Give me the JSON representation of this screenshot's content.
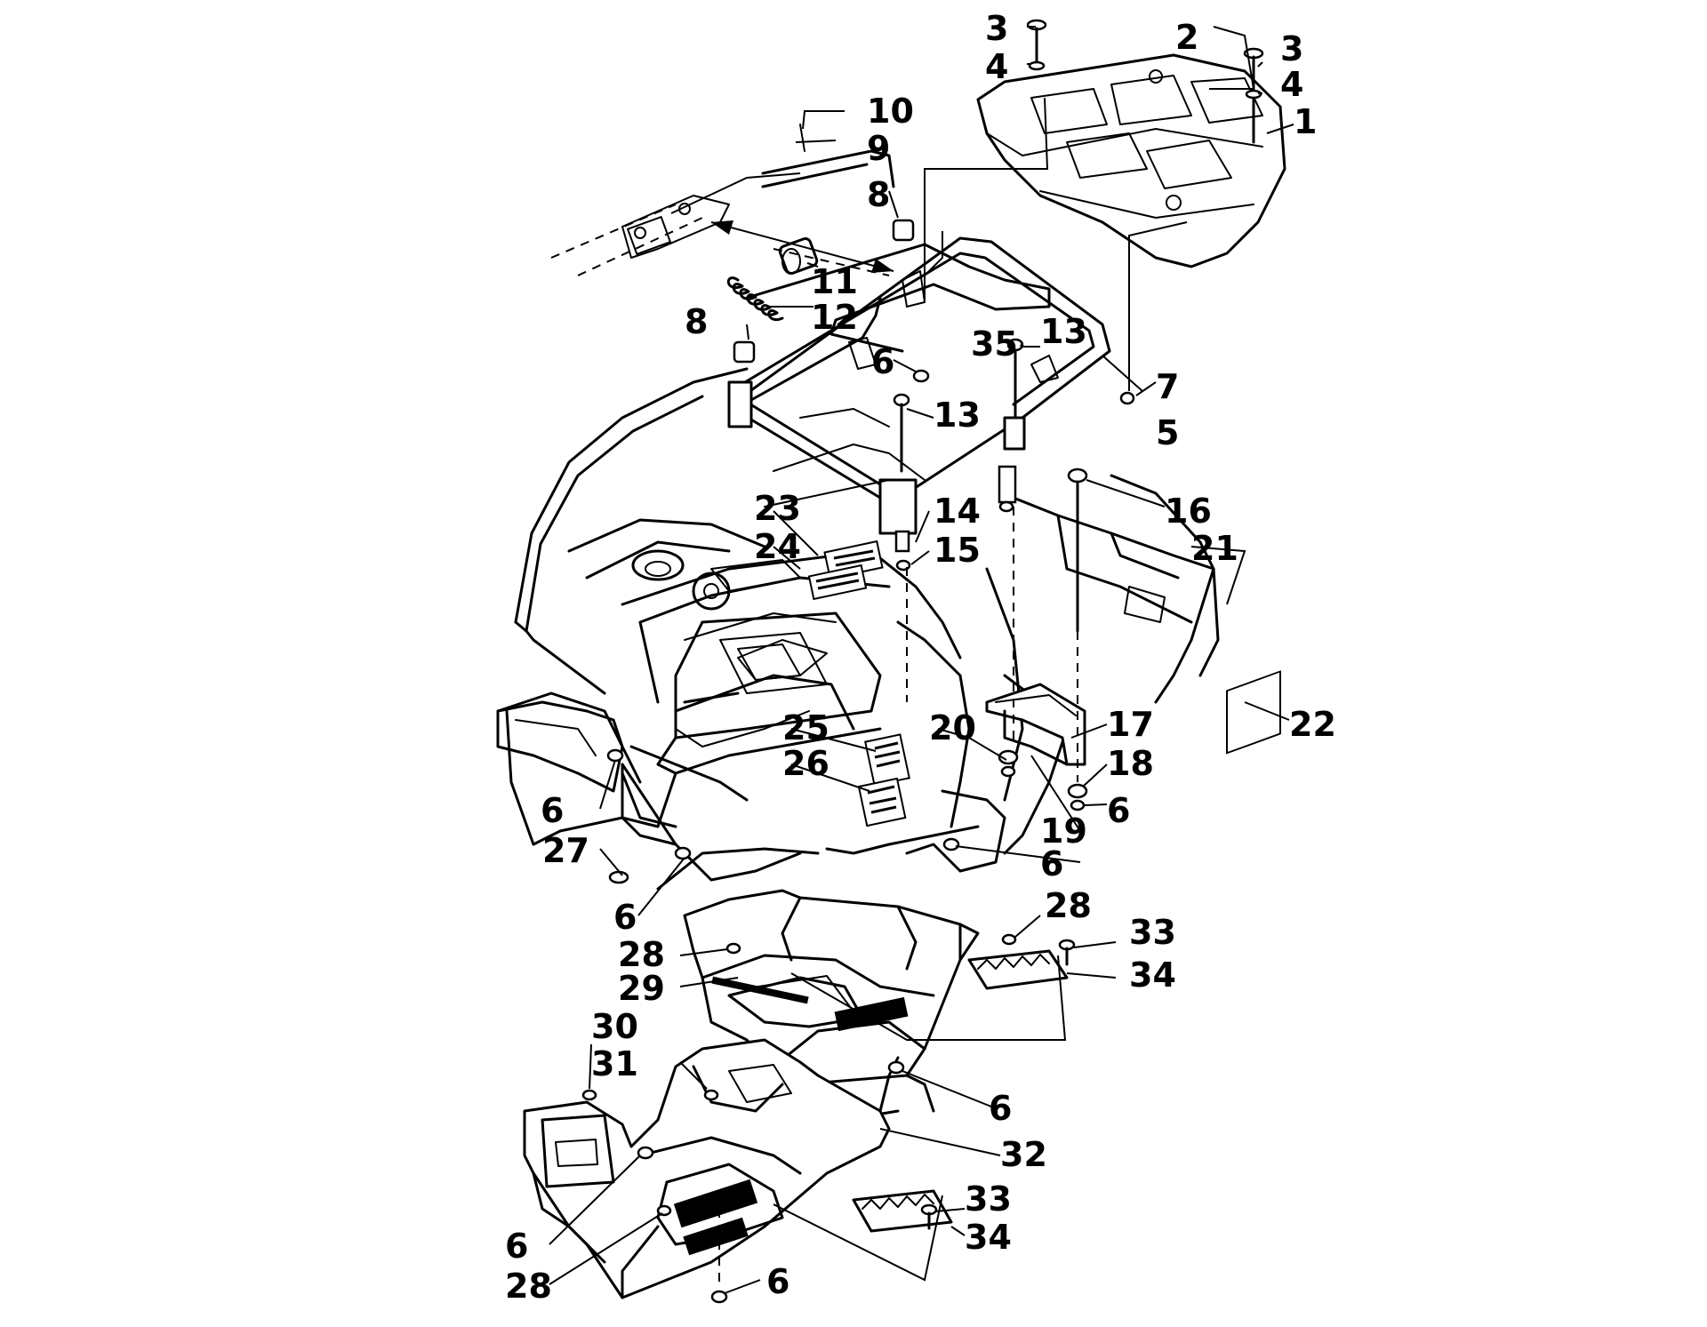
{
  "callouts": {
    "c1": "1",
    "c2": "2",
    "c3a": "3",
    "c3b": "3",
    "c4a": "4",
    "c4b": "4",
    "c5": "5",
    "c6a": "6",
    "c6b": "6",
    "c6c": "6",
    "c6d": "6",
    "c6e": "6",
    "c6f": "6",
    "c6g": "6",
    "c6h": "6",
    "c7": "7",
    "c8a": "8",
    "c8b": "8",
    "c9": "9",
    "c10": "10",
    "c11": "11",
    "c12": "12",
    "c13a": "13",
    "c13b": "13",
    "c14": "14",
    "c15": "15",
    "c16": "16",
    "c17": "17",
    "c18": "18",
    "c19": "19",
    "c20": "20",
    "c21": "21",
    "c22": "22",
    "c23": "23",
    "c24": "24",
    "c25": "25",
    "c26": "26",
    "c27": "27",
    "c28a": "28",
    "c28b": "28",
    "c28c": "28",
    "c29": "29",
    "c30": "30",
    "c31": "31",
    "c32": "32",
    "c33a": "33",
    "c33b": "33",
    "c34a": "34",
    "c34b": "34",
    "c35": "35"
  }
}
